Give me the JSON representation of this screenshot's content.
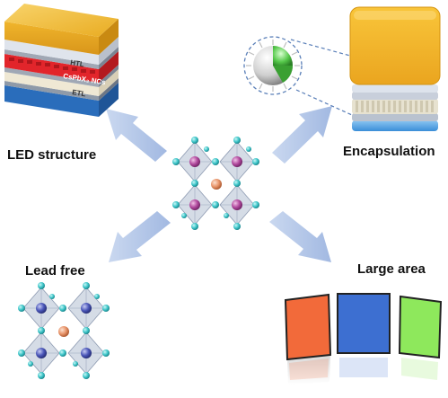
{
  "labels": {
    "led_structure": "LED structure",
    "encapsulation": "Encapsulation",
    "lead_free": "Lead free",
    "large_area": "Large area"
  },
  "led_layers": {
    "htl": "HTL",
    "emitter": "CsPbX₃ NCs",
    "etl": "ETL"
  },
  "colors": {
    "arrow": "#a9bfe3",
    "top_gold": "#f2bf3c",
    "emitter_red": "#e2252b",
    "etl_beige": "#efe8d4",
    "bottom_blue": "#2f78c9",
    "octahedron": "#b9c4d6",
    "corner_atom": "#3ec6c9",
    "center_atom_pb": "#b24a9e",
    "center_atom_alt": "#4a56b8",
    "a_site_atom": "#e8946a",
    "panel_orange": "#f26a3a",
    "panel_blue": "#3d6fd1",
    "panel_green": "#8ee85c"
  }
}
